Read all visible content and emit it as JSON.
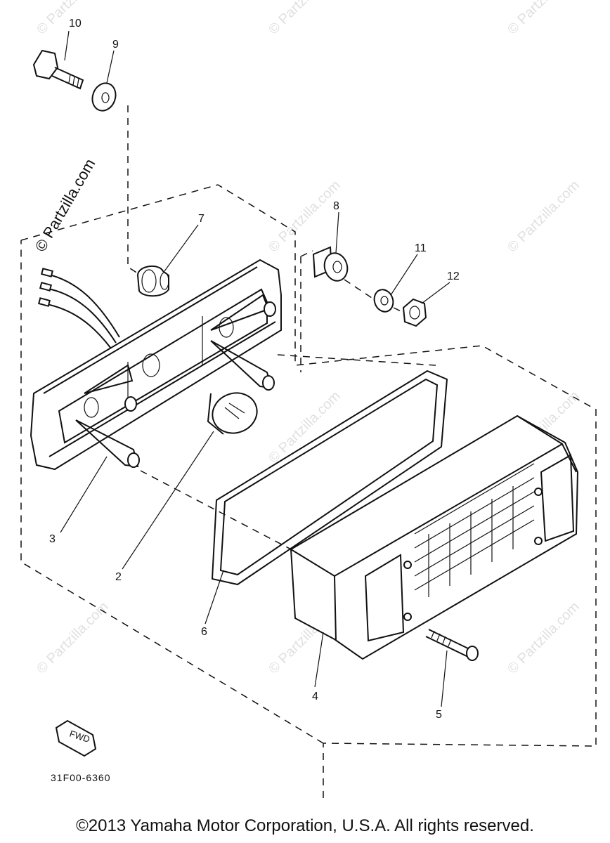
{
  "diagram": {
    "callouts": [
      "10",
      "9",
      "7",
      "8",
      "11",
      "12",
      "3",
      "2",
      "6",
      "4",
      "5"
    ],
    "fwd_label": "FWD",
    "part_code": "31F00-6360",
    "watermark": "© Partzilla.com",
    "copyright": "©2013 Yamaha Motor Corporation, U.S.A. All rights reserved."
  }
}
